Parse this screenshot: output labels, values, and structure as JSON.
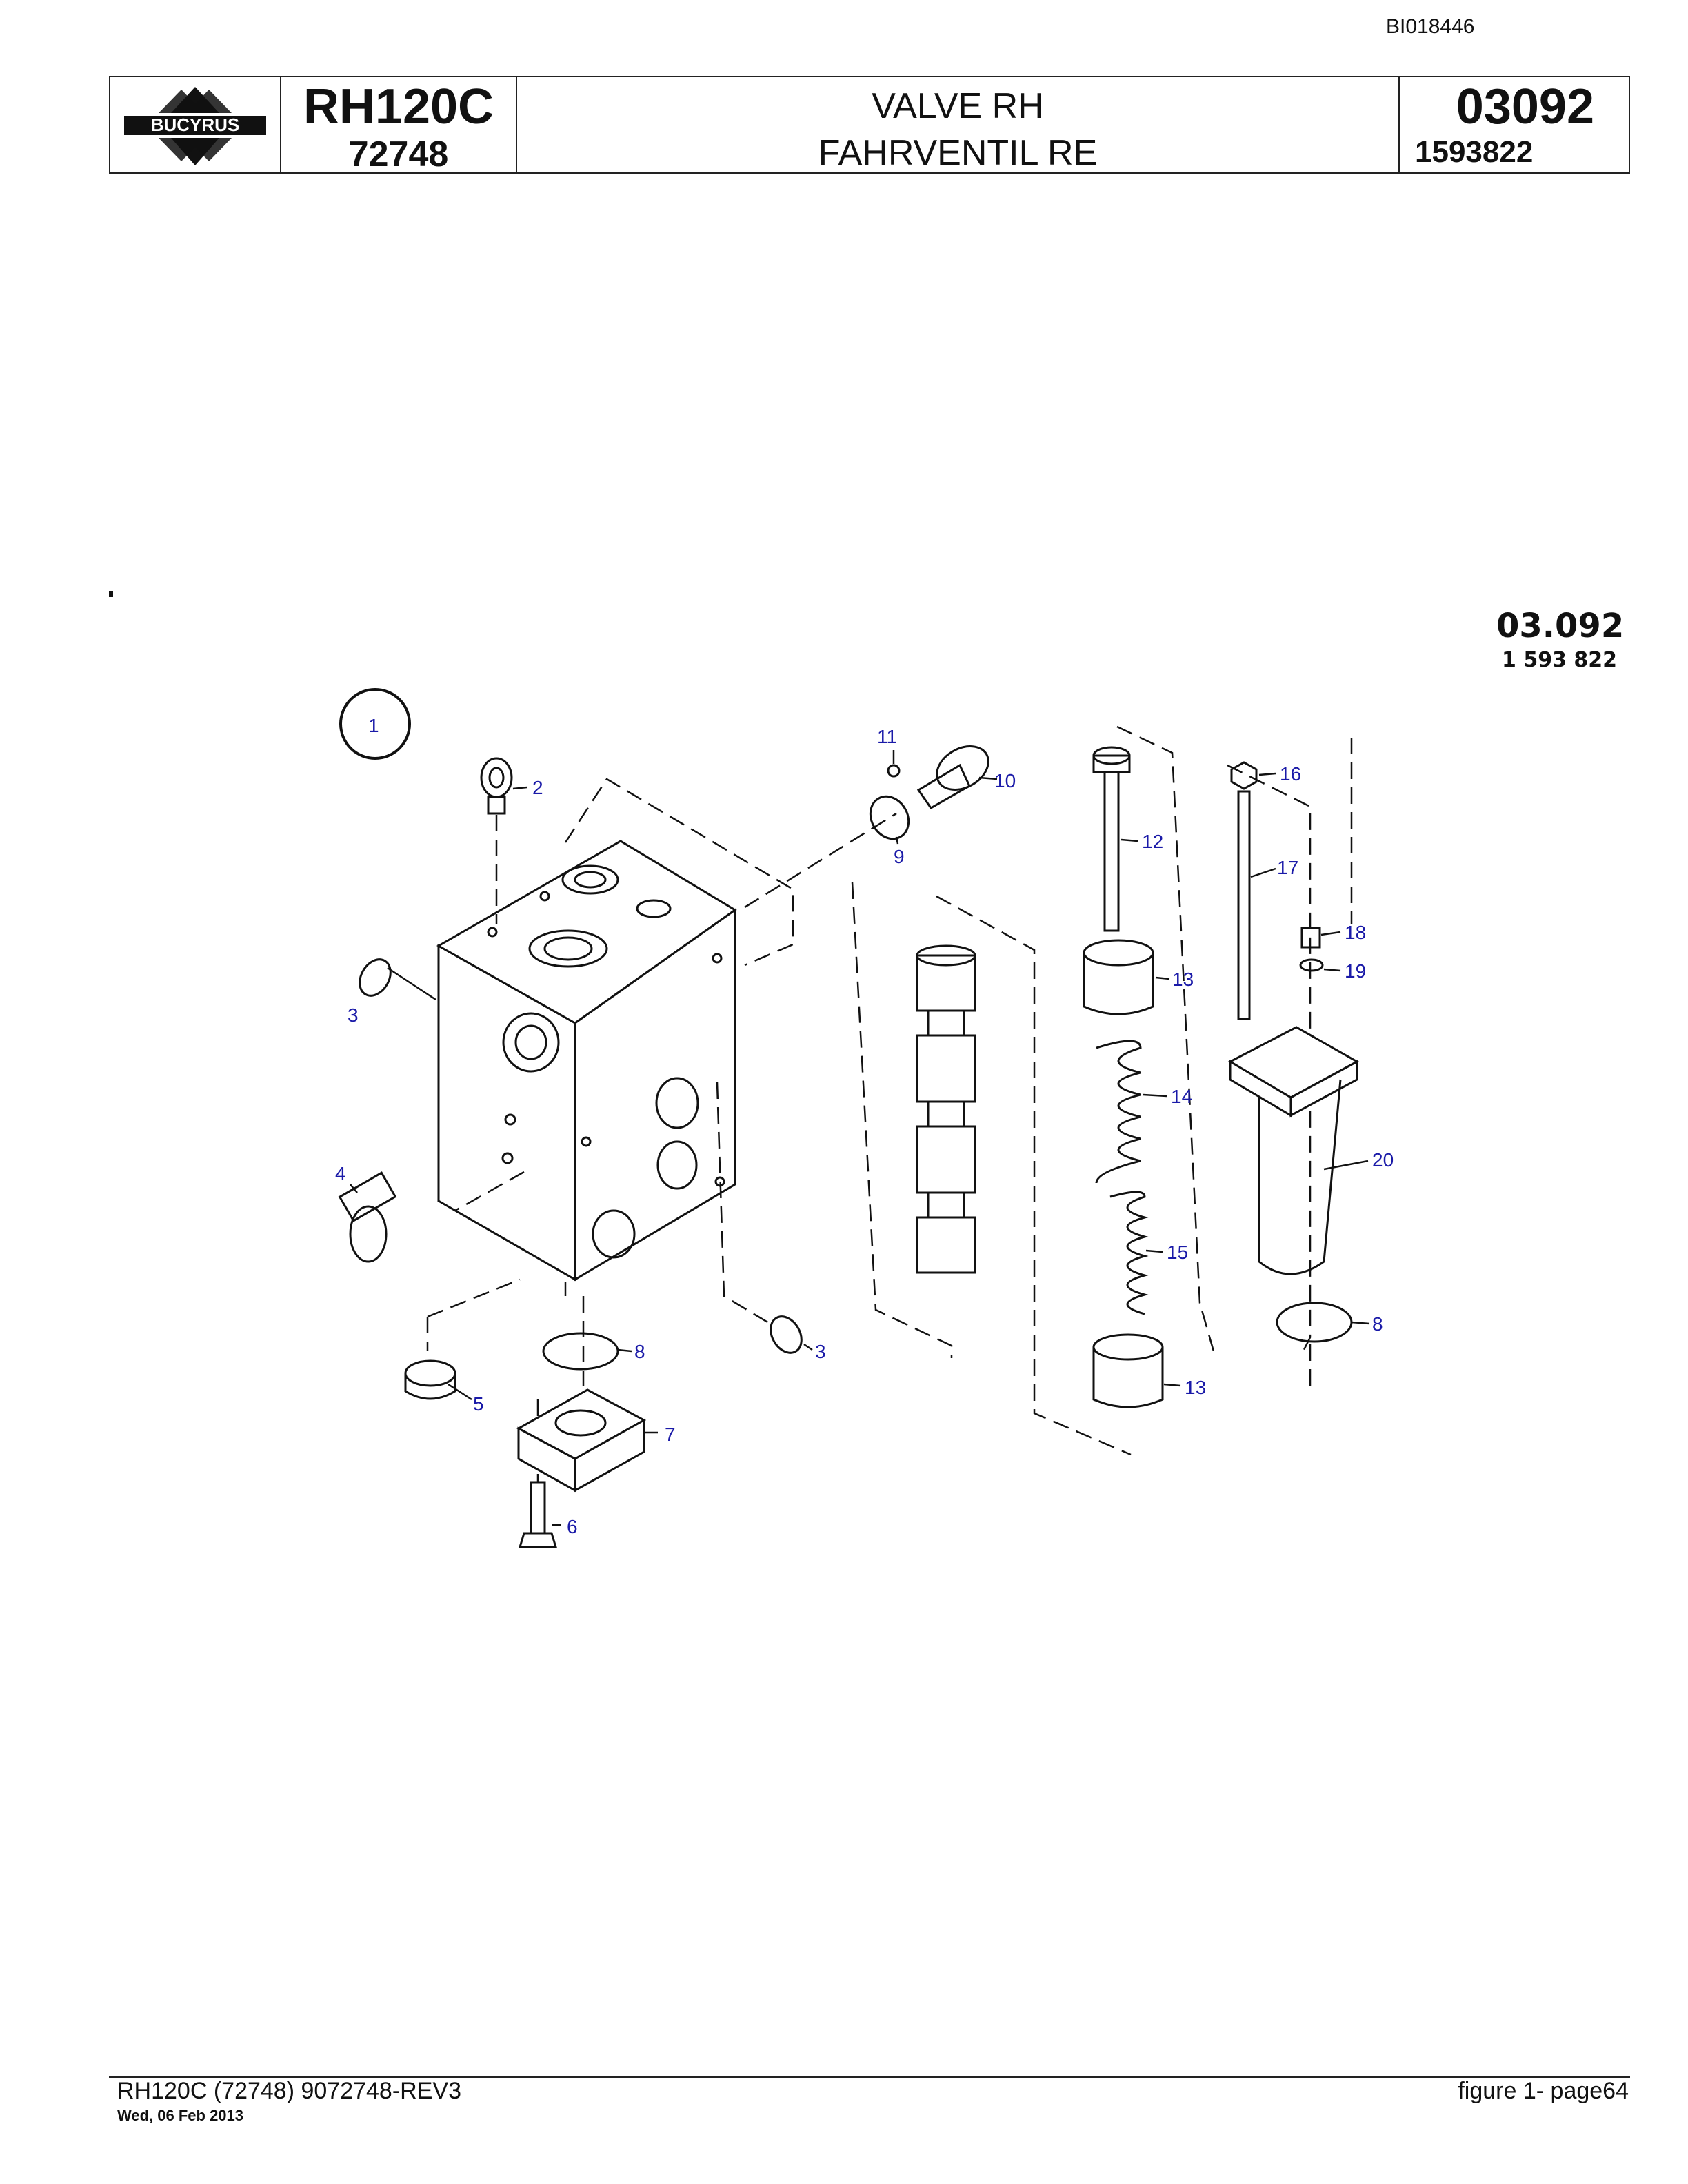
{
  "document_id": "BI018446",
  "header": {
    "brand": "BUCYRUS",
    "model": "RH120C",
    "serial": "72748",
    "title_en": "VALVE RH",
    "title_de": "FAHRVENTIL RE",
    "section_code": "03092",
    "part_number": "1593822"
  },
  "figure": {
    "code": "03.092",
    "subcode": "1 593 822",
    "callouts": [
      "1",
      "2",
      "3",
      "3",
      "4",
      "5",
      "6",
      "7",
      "8",
      "8",
      "9",
      "10",
      "11",
      "12",
      "13",
      "13",
      "14",
      "15",
      "16",
      "17",
      "18",
      "19",
      "20"
    ]
  },
  "footer": {
    "left": "RH120C (72748) 9072748-REV3",
    "date": "Wed, 06 Feb 2013",
    "right": "figure  1- page64"
  }
}
